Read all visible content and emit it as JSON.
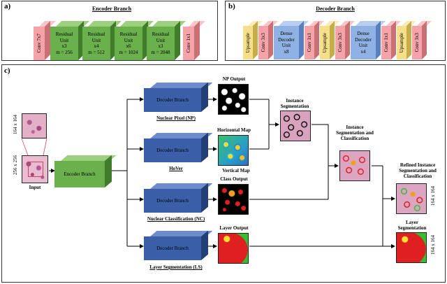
{
  "panels": {
    "a_label": "a)",
    "b_label": "b)",
    "c_label": "c)",
    "a_title": "Encoder Branch",
    "b_title": "Decoder Branch"
  },
  "encoder": {
    "conv7": "Conv 7x7",
    "units": [
      {
        "line1": "Residual",
        "line2": "Unit",
        "rep": "x3",
        "m": "m = 256"
      },
      {
        "line1": "Residual",
        "line2": "Unit",
        "rep": "x4",
        "m": "m = 512"
      },
      {
        "line1": "Residual",
        "line2": "Unit",
        "rep": "x6",
        "m": "m = 1024"
      },
      {
        "line1": "Residual",
        "line2": "Unit",
        "rep": "x3",
        "m": "m = 2048"
      }
    ],
    "conv1": "Conv 1x1"
  },
  "decoder": {
    "upsample": "Upsample",
    "conv3": "Conv 3x3",
    "conv1": "Conv 1x1",
    "dense1": {
      "l1": "Dense",
      "l2": "Decoder",
      "l3": "Unit",
      "rep": "x8"
    },
    "dense2": {
      "l1": "Dense",
      "l2": "Decoder",
      "l3": "Unit",
      "rep": "x4"
    }
  },
  "pipeline": {
    "input_label": "Input",
    "size_top": "164 x 164",
    "size_bottom": "256 x 256",
    "encoder_branch": "Encoder Branch",
    "decoder_branch": "Decoder Branch",
    "heads": [
      "Nuclear Pixel (NP)",
      "HoVer",
      "Nuclear Classification (NC)",
      "Layer Segmentation (LS)"
    ],
    "np_output": "NP Output",
    "horizontal_map": "Horizontal Map",
    "vertical_map": "Vertical Map",
    "class_output": "Class Output",
    "layer_output": "Layer Output",
    "instance_seg": [
      "Instance",
      "Segmentation"
    ],
    "instance_seg_class": [
      "Instance",
      "Segmentation and",
      "Classification"
    ],
    "refined": [
      "Refined Instance",
      "Segmentation and",
      "Classification"
    ],
    "layer_seg": [
      "Layer",
      "Segmentation"
    ],
    "size_right": "164 x 164"
  },
  "colors": {
    "green_face": "#6ab04c",
    "green_top": "#9ccf7e",
    "green_side": "#3f7d2a",
    "pink_face": "#f4a3a8",
    "pink_top": "#f8c6c8",
    "pink_side": "#c97075",
    "yellow_face": "#f6df8a",
    "yellow_top": "#faecb8",
    "yellow_side": "#c7ac4a",
    "blue_face": "#8fb1e3",
    "blue_top": "#b9cdf0",
    "blue_side": "#5a7fbf",
    "navy_face": "#3a5fa8",
    "navy_top": "#6d8cca",
    "navy_side": "#233f78"
  }
}
